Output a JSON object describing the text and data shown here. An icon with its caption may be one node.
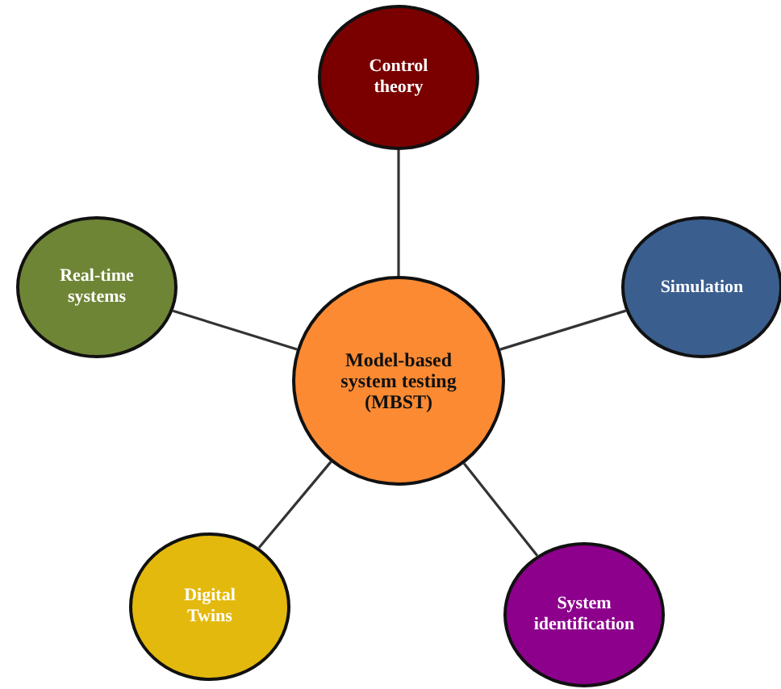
{
  "diagram": {
    "nodes": [
      {
        "text": [
          "Model-based system testing (MBST)"
        ]
      },
      {
        "text": [
          "Control theory"
        ]
      },
      {
        "text": [
          "Real-time systems"
        ]
      },
      {
        "text": [
          "Simulation"
        ]
      },
      {
        "text": [
          "Digital Twins"
        ]
      },
      {
        "text": [
          "System identification"
        ]
      }
    ],
    "edges": [
      {
        "from": 0,
        "to": 1,
        "arrow": "none"
      },
      {
        "from": 0,
        "to": 2,
        "arrow": "none"
      },
      {
        "from": 0,
        "to": 3,
        "arrow": "none"
      },
      {
        "from": 0,
        "to": 4,
        "arrow": "none"
      },
      {
        "from": 0,
        "to": 5,
        "arrow": "none"
      }
    ]
  }
}
